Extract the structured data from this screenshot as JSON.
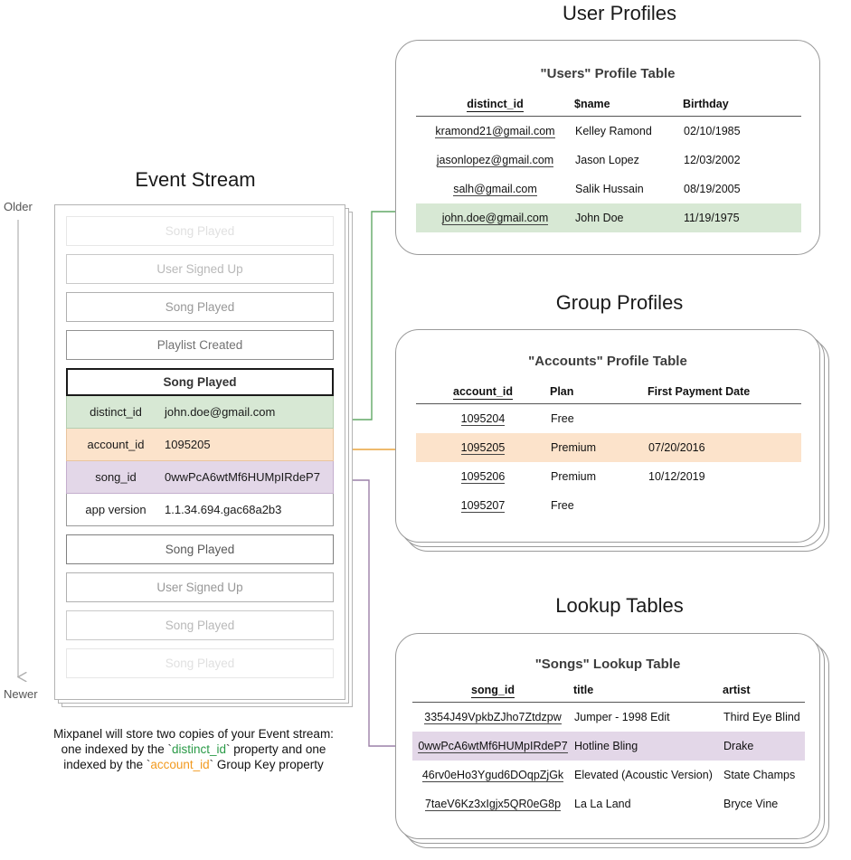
{
  "sections": {
    "event_stream_title": "Event Stream",
    "user_profiles_title": "User Profiles",
    "group_profiles_title": "Group Profiles",
    "lookup_tables_title": "Lookup Tables"
  },
  "timeline": {
    "older": "Older",
    "newer": "Newer"
  },
  "event_stream": {
    "events_before": [
      {
        "label": "Song Played",
        "fade": "f1"
      },
      {
        "label": "User Signed Up",
        "fade": "f2"
      },
      {
        "label": "Song Played",
        "fade": "f3"
      },
      {
        "label": "Playlist Created",
        "fade": "f4"
      }
    ],
    "expanded": {
      "name": "Song Played",
      "properties": [
        {
          "key": "distinct_id",
          "value": "john.doe@gmail.com",
          "color": "green"
        },
        {
          "key": "account_id",
          "value": "1095205",
          "color": "orange"
        },
        {
          "key": "song_id",
          "value": "0wwPcA6wtMf6HUMpIRdeP7",
          "color": "purple"
        },
        {
          "key": "app version",
          "value": "1.1.34.694.gac68a2b3",
          "color": "plain"
        }
      ]
    },
    "events_after": [
      {
        "label": "Song Played",
        "fade": "f5"
      },
      {
        "label": "User Signed Up",
        "fade": "f3"
      },
      {
        "label": "Song Played",
        "fade": "f2"
      },
      {
        "label": "Song Played",
        "fade": "f1"
      }
    ]
  },
  "caption": {
    "line1": "Mixpanel will store two copies of your Event stream:",
    "line2_a": "one indexed by the ",
    "line2_code": "distinct_id",
    "line2_b": " property and one",
    "line3_a": "indexed by the ",
    "line3_code": "account_id",
    "line3_b": " Group Key property"
  },
  "users_table": {
    "title": "\"Users\" Profile Table",
    "columns": [
      "distinct_id",
      "$name",
      "Birthday"
    ],
    "rows": [
      {
        "cells": [
          "kramond21@gmail.com",
          "Kelley Ramond",
          "02/10/1985"
        ],
        "highlight": ""
      },
      {
        "cells": [
          "jasonlopez@gmail.com",
          "Jason Lopez",
          "12/03/2002"
        ],
        "highlight": ""
      },
      {
        "cells": [
          "salh@gmail.com",
          "Salik Hussain",
          "08/19/2005"
        ],
        "highlight": ""
      },
      {
        "cells": [
          "john.doe@gmail.com",
          "John Doe",
          "11/19/1975"
        ],
        "highlight": "hl-green"
      }
    ]
  },
  "accounts_table": {
    "title": "\"Accounts\" Profile Table",
    "columns": [
      "account_id",
      "Plan",
      "First Payment Date"
    ],
    "rows": [
      {
        "cells": [
          "1095204",
          "Free",
          ""
        ],
        "highlight": ""
      },
      {
        "cells": [
          "1095205",
          "Premium",
          "07/20/2016"
        ],
        "highlight": "hl-orange"
      },
      {
        "cells": [
          "1095206",
          "Premium",
          "10/12/2019"
        ],
        "highlight": ""
      },
      {
        "cells": [
          "1095207",
          "Free",
          ""
        ],
        "highlight": ""
      }
    ]
  },
  "songs_table": {
    "title": "\"Songs\" Lookup Table",
    "columns": [
      "song_id",
      "title",
      "artist"
    ],
    "rows": [
      {
        "cells": [
          "3354J49VpkbZJho7Ztdzpw",
          "Jumper - 1998 Edit",
          "Third Eye Blind"
        ],
        "highlight": ""
      },
      {
        "cells": [
          "0wwPcA6wtMf6HUMpIRdeP7",
          "Hotline Bling",
          "Drake"
        ],
        "highlight": "hl-purple"
      },
      {
        "cells": [
          "46rv0eHo3Ygud6DOqpZjGk",
          "Elevated (Acoustic Version)",
          "State Champs"
        ],
        "highlight": ""
      },
      {
        "cells": [
          "7taeV6Kz3xIgjx5QR0eG8p",
          "La La Land",
          "Bryce Vine"
        ],
        "highlight": ""
      }
    ]
  },
  "colors": {
    "green": "#d7e8d4",
    "orange": "#fce3cb",
    "purple": "#e3d7e8",
    "arrow_green": "#62a866",
    "arrow_orange": "#e8a33d",
    "arrow_purple": "#9c80a8",
    "timeline_gray": "#b0b0b0"
  }
}
